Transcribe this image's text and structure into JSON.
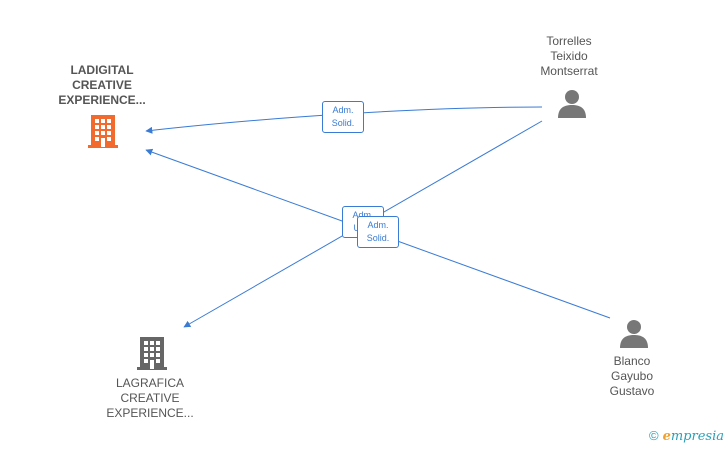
{
  "nodes": {
    "company_main": {
      "lines": [
        "LADIGITAL",
        "CREATIVE",
        "EXPERIENCE..."
      ],
      "color": "#f26a2e"
    },
    "company_other": {
      "lines": [
        "LAGRAFICA",
        "CREATIVE",
        "EXPERIENCE..."
      ],
      "color": "#666666"
    },
    "person_torrelles": {
      "lines": [
        "Torrelles",
        "Teixido",
        "Montserrat"
      ]
    },
    "person_blanco": {
      "lines": [
        "Blanco",
        "Gayubo",
        "Gustavo"
      ]
    }
  },
  "edges": {
    "e1": {
      "lines": [
        "Adm.",
        "Solid."
      ]
    },
    "e2": {
      "lines": [
        "Adm.",
        "Un..."
      ]
    },
    "e3": {
      "lines": [
        "Adm.",
        "Solid."
      ]
    }
  },
  "colors": {
    "edge": "#3a7bd5",
    "person": "#777777"
  },
  "brand": {
    "copyright": "©",
    "initial": "e",
    "rest": "mpresia"
  }
}
